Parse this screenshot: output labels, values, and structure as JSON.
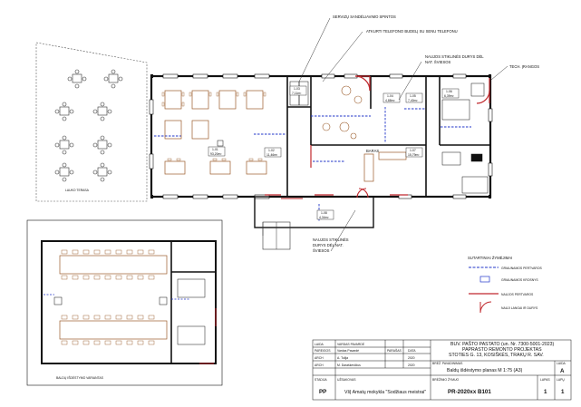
{
  "callouts": {
    "serviz": "SERVIZŲ SANDĖLIAVIMO SPINTOS",
    "atkurti": "ATKURTI TELEFONO BUDELĮ SU SENU TELEFONU",
    "naujos_stiklines_1": "NAUJOS STIKLINĖS DURYS DĖL NAT. ŠVIESOS",
    "tech": "TECH. ĮRANGOS",
    "naujos_stiklines_2": "NAUJOS STIKLINĖS DURYS DĖL NAT. ŠVIESOS"
  },
  "labels": {
    "terrace": "LAUKO TERASA",
    "variant": "BALDŲ IŠDĖSTYMO VARIANTAS",
    "baras": "BARAS"
  },
  "legend": {
    "title": "SUTARTINIAI ŽYMĖJIMAI",
    "items": [
      "GRIAUNAMOS PERTVAROS",
      "GRIAUNAMOS KROSNYS",
      "NAUJOS PERTVAROS",
      "NAUJI LANGAI IR DURYS"
    ]
  },
  "title_block": {
    "header1": "BUV. PAŠTO PASTATO (un. Nr. 7300-5001-2023)",
    "header2": "PAPRASTO REMONTO PROJEKTAS",
    "header3": "STOTIES G. 13, KOSIŠKĖS, TRAKŲ R. SAV.",
    "roles": [
      "LAIDA",
      "PAREIGOS",
      "ARCH",
      "ARCH"
    ],
    "persons_header": "VARDAS PAVARDĖ",
    "persons": [
      "Vardas Pavardė",
      "A. Tulija",
      "M. Daraškevičius"
    ],
    "sign_header": "PARAŠAS",
    "date_header": "DATA",
    "dates": [
      "2020",
      "2020"
    ],
    "sheet_name": "Baldų išdėstymo planas  M 1:75 (A3)",
    "stage_label": "STADIJA",
    "stage": "PP",
    "client_label": "UŽSAKOVAS",
    "client": "VšĮ Amatų mokykla \"Sodžiaus meistrai\"",
    "drawing_label": "BRĖŽINIO ŽYMUO",
    "drawing_no": "PR-2020xx B101",
    "sheet_label": "LAPAS",
    "sheet": "1",
    "sheets_label": "LAPŲ",
    "sheets": "1",
    "change_label": "LAIDA",
    "change": "A"
  },
  "rooms": [
    {
      "no": "1-01",
      "area": "93,20m²"
    },
    {
      "no": "1-02",
      "area": "11,46m²"
    },
    {
      "no": "1-03",
      "area": "7,11m²"
    },
    {
      "no": "1-04",
      "area": "4,88m²"
    },
    {
      "no": "1-05",
      "area": "7,40m²"
    },
    {
      "no": "1-06",
      "area": "6,39m²"
    },
    {
      "no": "1-07",
      "area": "15,79m²"
    },
    {
      "no": "1-08",
      "area": "4,34m²"
    }
  ]
}
